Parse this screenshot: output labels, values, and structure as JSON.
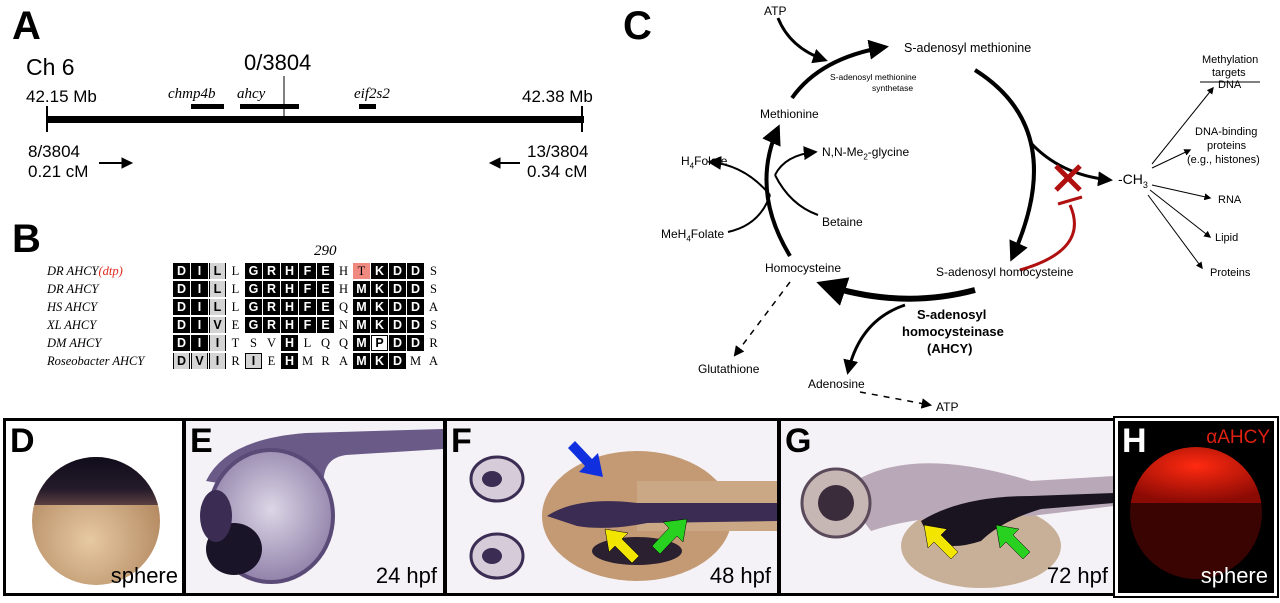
{
  "panel_labels": {
    "a": "A",
    "b": "B",
    "c": "C",
    "d": "D",
    "e": "E",
    "f": "F",
    "g": "G",
    "h": "H"
  },
  "panel_a": {
    "chromosome": "Ch 6",
    "left_mb": "42.15 Mb",
    "right_mb": "42.38 Mb",
    "center_count": "0/3804",
    "left_count": "8/3804",
    "left_cm": "0.21 cM",
    "right_count": "13/3804",
    "right_cm": "0.34 cM",
    "genes": [
      "chmp4b",
      "ahcy",
      "eif2s2"
    ]
  },
  "panel_b": {
    "position": "290",
    "rows": [
      {
        "name_main": "DR AHCY",
        "name_suffix": "(dtp)",
        "residues": [
          "D",
          "I",
          "L",
          "L",
          "G",
          "R",
          "H",
          "F",
          "E",
          "H",
          "T",
          "K",
          "D",
          "D",
          "S"
        ]
      },
      {
        "name_main": "DR AHCY",
        "name_suffix": "",
        "residues": [
          "D",
          "I",
          "L",
          "L",
          "G",
          "R",
          "H",
          "F",
          "E",
          "H",
          "M",
          "K",
          "D",
          "D",
          "S"
        ]
      },
      {
        "name_main": "HS AHCY",
        "name_suffix": "",
        "residues": [
          "D",
          "I",
          "L",
          "L",
          "G",
          "R",
          "H",
          "F",
          "E",
          "Q",
          "M",
          "K",
          "D",
          "D",
          "A"
        ]
      },
      {
        "name_main": "XL AHCY",
        "name_suffix": "",
        "residues": [
          "D",
          "I",
          "V",
          "E",
          "G",
          "R",
          "H",
          "F",
          "E",
          "N",
          "M",
          "K",
          "D",
          "D",
          "S"
        ]
      },
      {
        "name_main": "DM AHCY",
        "name_suffix": "",
        "residues": [
          "D",
          "I",
          "I",
          "T",
          "S",
          "V",
          "H",
          "L",
          "Q",
          "Q",
          "M",
          "P",
          "D",
          "D",
          "R"
        ]
      },
      {
        "name_main": "Roseobacter AHCY",
        "name_suffix": "",
        "residues": [
          "D",
          "V",
          "I",
          "R",
          "I",
          "E",
          "H",
          "M",
          "R",
          "A",
          "M",
          "K",
          "D",
          "M",
          "A"
        ]
      }
    ]
  },
  "panel_c": {
    "atp_top": "ATP",
    "sam": "S-adenosyl methionine",
    "sam_synthetase_1": "S-adenosyl methionine",
    "sam_synthetase_2": "synthetase",
    "methionine": "Methionine",
    "h4folate": "H",
    "h4folate_sub": "4",
    "h4folate_end": "Folate",
    "nnme2glycine": "N,N-Me",
    "nnme2glycine_sub": "2",
    "nnme2glycine_end": "-glycine",
    "betaine": "Betaine",
    "meh4folate": "MeH",
    "meh4folate_sub": "4",
    "meh4folate_end": "Folate",
    "homocysteine": "Homocysteine",
    "sah": "S-adenosyl homocysteine",
    "ahcy_1": "S-adenosyl",
    "ahcy_2": "homocysteinase",
    "ahcy_3": "(AHCY)",
    "glutathione": "Glutathione",
    "adenosine": "Adenosine",
    "atp_bottom": "ATP",
    "ch3": "-CH",
    "ch3_sub": "3",
    "targets_title_1": "Methylation",
    "targets_title_2": "targets",
    "targets": [
      "DNA",
      "DNA-binding",
      "proteins",
      "(e.g., histones)",
      "RNA",
      "Lipid",
      "Proteins"
    ]
  },
  "panels_bottom": {
    "d_caption": "sphere",
    "e_caption": "24 hpf",
    "f_caption": "48 hpf",
    "g_caption": "72 hpf",
    "h_caption": "sphere",
    "h_label": "αAHCY"
  },
  "colors": {
    "mutant_red": "#e0281e",
    "highlight_pink": "#f08a80",
    "inhibit_red": "#b01010",
    "arrow_blue": "#1030e0",
    "arrow_yellow": "#f2e600",
    "arrow_green": "#28d020"
  }
}
